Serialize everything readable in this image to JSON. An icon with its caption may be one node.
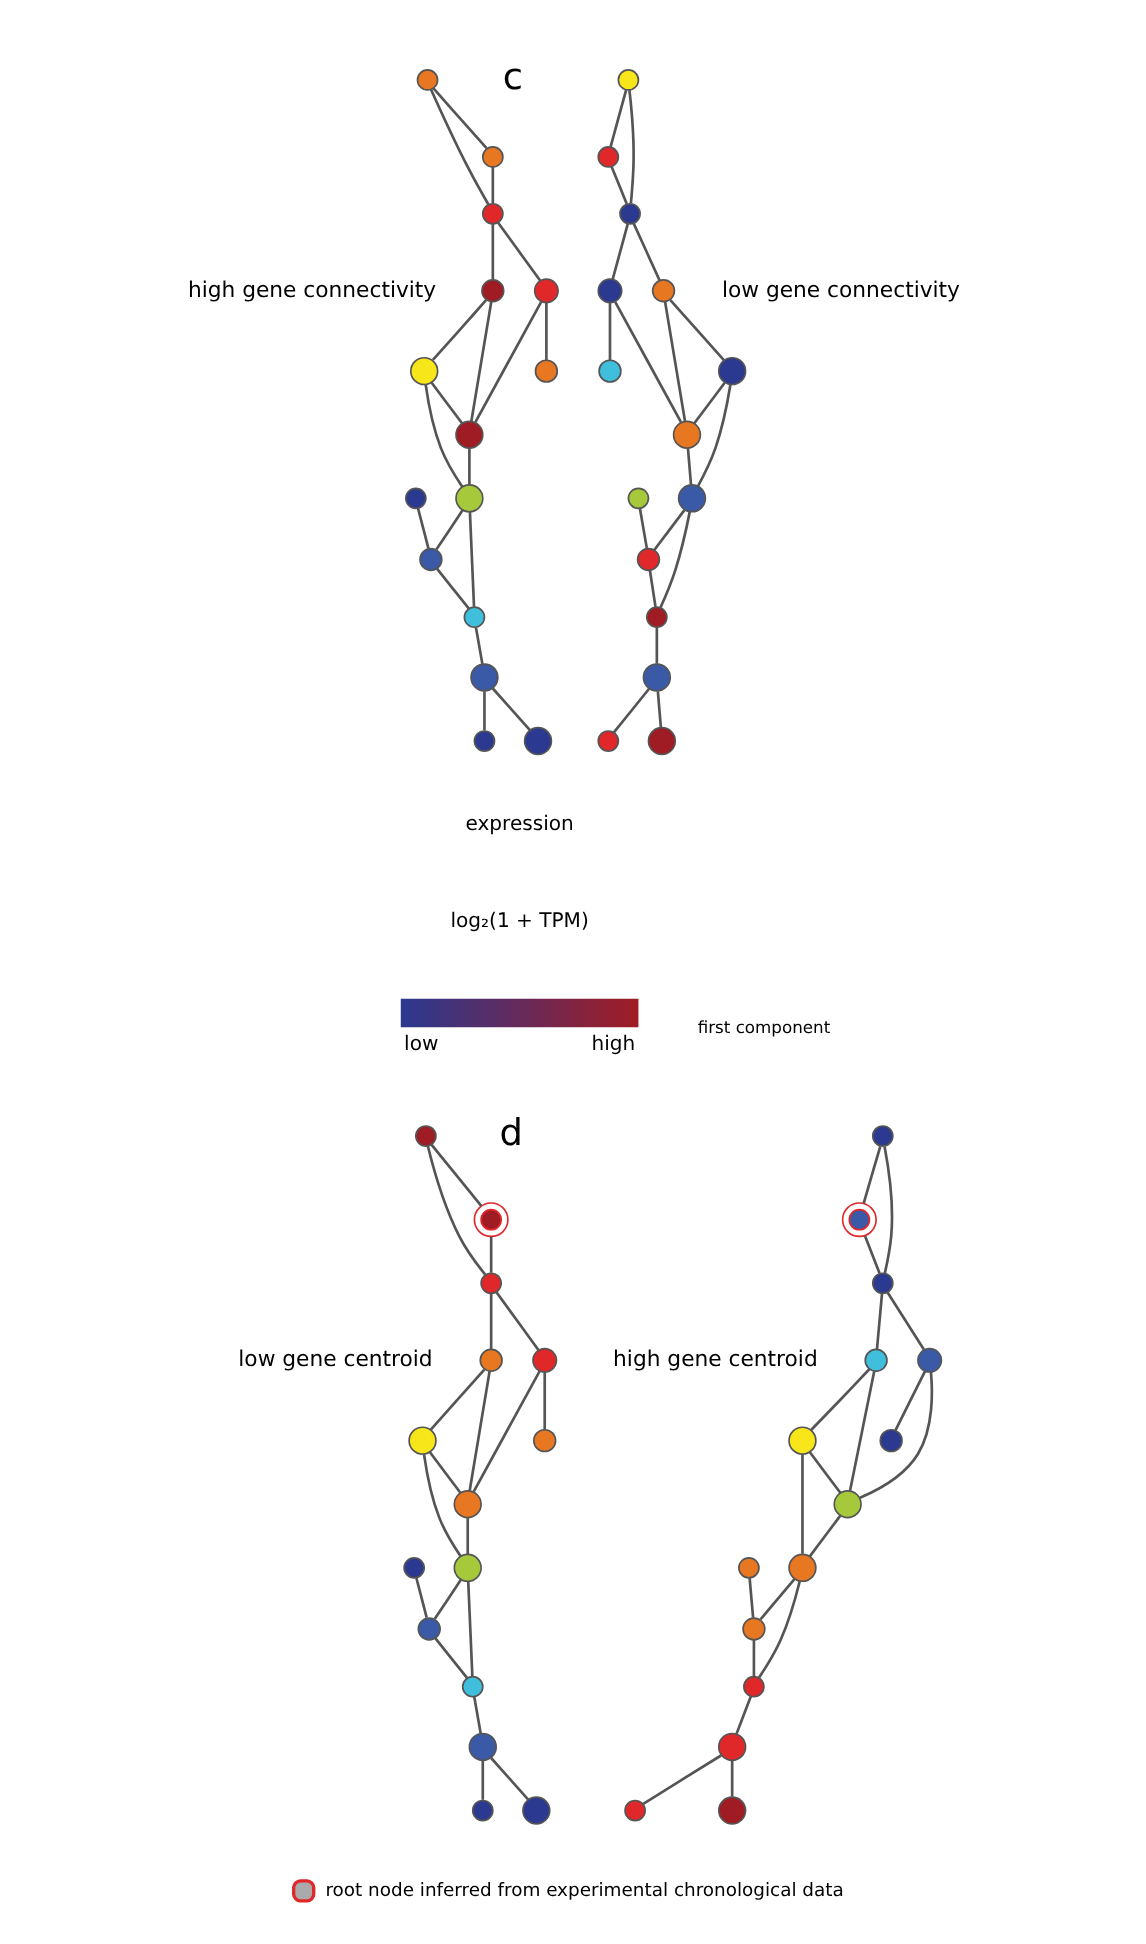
{
  "diagram": {
    "nodes": [
      {
        "text": [],
        "shape": "circle"
      },
      {
        "text": [],
        "shape": "circle"
      },
      {
        "text": [],
        "shape": "circle"
      },
      {
        "text": [],
        "shape": "circle"
      },
      {
        "text": [],
        "shape": "circle"
      },
      {
        "text": [],
        "shape": "circle"
      },
      {
        "text": [],
        "shape": "circle"
      },
      {
        "text": [],
        "shape": "circle"
      },
      {
        "text": [],
        "shape": "circle"
      },
      {
        "text": [],
        "shape": "circle"
      },
      {
        "text": [],
        "shape": "circle"
      },
      {
        "text": [],
        "shape": "circle"
      },
      {
        "text": [],
        "shape": "circle"
      },
      {
        "text": [],
        "shape": "circle"
      },
      {
        "text": [],
        "shape": "circle"
      },
      {
        "text": [],
        "shape": "circle"
      },
      {
        "text": [],
        "shape": "circle"
      },
      {
        "text": [],
        "shape": "circle"
      },
      {
        "text": [],
        "shape": "circle"
      },
      {
        "text": [],
        "shape": "circle"
      },
      {
        "text": [],
        "shape": "circle"
      },
      {
        "text": [],
        "shape": "circle"
      },
      {
        "text": [],
        "shape": "circle"
      },
      {
        "text": [],
        "shape": "circle"
      },
      {
        "text": [],
        "shape": "circle"
      },
      {
        "text": [],
        "shape": "circle"
      },
      {
        "text": [],
        "shape": "circle"
      },
      {
        "text": [],
        "shape": "circle"
      },
      {
        "text": [],
        "shape": "circle"
      },
      {
        "text": [],
        "shape": "circle"
      },
      {
        "text": [],
        "shape": "circle"
      },
      {
        "text": [],
        "shape": "circle"
      },
      {
        "text": [],
        "shape": "circle"
      },
      {
        "text": [],
        "shape": "circle"
      },
      {
        "text": [],
        "shape": "circle"
      },
      {
        "text": [],
        "shape": "circle"
      },
      {
        "text": [],
        "shape": "circle"
      },
      {
        "text": [],
        "shape": "circle"
      },
      {
        "text": [],
        "shape": "circle"
      },
      {
        "text": [],
        "shape": "circle"
      },
      {
        "text": [],
        "shape": "circle"
      },
      {
        "text": [],
        "shape": "circle"
      },
      {
        "text": [],
        "shape": "circle"
      },
      {
        "text": [],
        "shape": "circle"
      },
      {
        "text": [],
        "shape": "circle"
      },
      {
        "text": [],
        "shape": "circle"
      },
      {
        "text": [],
        "shape": "circle"
      },
      {
        "text": [],
        "shape": "circle"
      },
      {
        "text": [],
        "shape": "circle"
      },
      {
        "text": [],
        "shape": "circle"
      },
      {
        "text": [],
        "shape": "circle"
      },
      {
        "text": [],
        "shape": "circle"
      },
      {
        "text": [],
        "shape": "circle"
      },
      {
        "text": [],
        "shape": "circle"
      },
      {
        "text": [],
        "shape": "circle"
      },
      {
        "text": [],
        "shape": "circle"
      },
      {
        "text": [],
        "shape": "circle"
      },
      {
        "text": [],
        "shape": "circle"
      },
      {
        "text": [],
        "shape": "circle"
      },
      {
        "text": [],
        "shape": "circle"
      }
    ],
    "edges": [
      {
        "from": 0,
        "to": 1,
        "arrow": "none"
      },
      {
        "from": 2,
        "to": 0,
        "arrow": "none"
      },
      {
        "from": 2,
        "to": 1,
        "arrow": "none"
      },
      {
        "from": 1,
        "to": 3,
        "arrow": "none"
      },
      {
        "from": 1,
        "to": 5,
        "arrow": "none"
      },
      {
        "from": 3,
        "to": 4,
        "arrow": "none"
      },
      {
        "from": 3,
        "to": 6,
        "arrow": "none"
      },
      {
        "from": 5,
        "to": 6,
        "arrow": "none"
      },
      {
        "from": 5,
        "to": 7,
        "arrow": "none"
      },
      {
        "from": 7,
        "to": 6,
        "arrow": "none"
      },
      {
        "from": 6,
        "to": 8,
        "arrow": "none"
      },
      {
        "from": 7,
        "to": 8,
        "arrow": "none"
      },
      {
        "from": 8,
        "to": 10,
        "arrow": "none"
      },
      {
        "from": 8,
        "to": 11,
        "arrow": "none"
      },
      {
        "from": 9,
        "to": 10,
        "arrow": "none"
      },
      {
        "from": 10,
        "to": 11,
        "arrow": "none"
      },
      {
        "from": 11,
        "to": 12,
        "arrow": "none"
      },
      {
        "from": 12,
        "to": 13,
        "arrow": "none"
      },
      {
        "from": 12,
        "to": 14,
        "arrow": "none"
      },
      {
        "from": 15,
        "to": 16,
        "arrow": "none"
      },
      {
        "from": 17,
        "to": 15,
        "arrow": "none"
      },
      {
        "from": 17,
        "to": 16,
        "arrow": "none"
      },
      {
        "from": 16,
        "to": 18,
        "arrow": "none"
      },
      {
        "from": 16,
        "to": 20,
        "arrow": "none"
      },
      {
        "from": 18,
        "to": 19,
        "arrow": "none"
      },
      {
        "from": 18,
        "to": 21,
        "arrow": "none"
      },
      {
        "from": 20,
        "to": 21,
        "arrow": "none"
      },
      {
        "from": 20,
        "to": 22,
        "arrow": "none"
      },
      {
        "from": 22,
        "to": 21,
        "arrow": "none"
      },
      {
        "from": 21,
        "to": 23,
        "arrow": "none"
      },
      {
        "from": 22,
        "to": 23,
        "arrow": "none"
      },
      {
        "from": 23,
        "to": 25,
        "arrow": "none"
      },
      {
        "from": 23,
        "to": 26,
        "arrow": "none"
      },
      {
        "from": 24,
        "to": 25,
        "arrow": "none"
      },
      {
        "from": 25,
        "to": 26,
        "arrow": "none"
      },
      {
        "from": 26,
        "to": 27,
        "arrow": "none"
      },
      {
        "from": 27,
        "to": 28,
        "arrow": "none"
      },
      {
        "from": 27,
        "to": 29,
        "arrow": "none"
      },
      {
        "from": 30,
        "to": 31,
        "arrow": "none"
      },
      {
        "from": 32,
        "to": 30,
        "arrow": "none"
      },
      {
        "from": 32,
        "to": 31,
        "arrow": "none"
      },
      {
        "from": 31,
        "to": 33,
        "arrow": "none"
      },
      {
        "from": 31,
        "to": 35,
        "arrow": "none"
      },
      {
        "from": 33,
        "to": 34,
        "arrow": "none"
      },
      {
        "from": 33,
        "to": 36,
        "arrow": "none"
      },
      {
        "from": 35,
        "to": 36,
        "arrow": "none"
      },
      {
        "from": 35,
        "to": 37,
        "arrow": "none"
      },
      {
        "from": 37,
        "to": 36,
        "arrow": "none"
      },
      {
        "from": 36,
        "to": 38,
        "arrow": "none"
      },
      {
        "from": 37,
        "to": 38,
        "arrow": "none"
      },
      {
        "from": 38,
        "to": 40,
        "arrow": "none"
      },
      {
        "from": 38,
        "to": 41,
        "arrow": "none"
      },
      {
        "from": 39,
        "to": 40,
        "arrow": "none"
      },
      {
        "from": 40,
        "to": 41,
        "arrow": "none"
      },
      {
        "from": 41,
        "to": 42,
        "arrow": "none"
      },
      {
        "from": 42,
        "to": 43,
        "arrow": "none"
      },
      {
        "from": 42,
        "to": 44,
        "arrow": "none"
      },
      {
        "from": 45,
        "to": 46,
        "arrow": "none"
      },
      {
        "from": 47,
        "to": 45,
        "arrow": "none"
      },
      {
        "from": 47,
        "to": 46,
        "arrow": "none"
      },
      {
        "from": 46,
        "to": 48,
        "arrow": "none"
      },
      {
        "from": 46,
        "to": 50,
        "arrow": "none"
      },
      {
        "from": 48,
        "to": 49,
        "arrow": "none"
      },
      {
        "from": 48,
        "to": 51,
        "arrow": "none"
      },
      {
        "from": 50,
        "to": 51,
        "arrow": "none"
      },
      {
        "from": 50,
        "to": 52,
        "arrow": "none"
      },
      {
        "from": 52,
        "to": 51,
        "arrow": "none"
      },
      {
        "from": 51,
        "to": 53,
        "arrow": "none"
      },
      {
        "from": 52,
        "to": 53,
        "arrow": "none"
      },
      {
        "from": 53,
        "to": 55,
        "arrow": "none"
      },
      {
        "from": 53,
        "to": 56,
        "arrow": "none"
      },
      {
        "from": 54,
        "to": 55,
        "arrow": "none"
      },
      {
        "from": 55,
        "to": 56,
        "arrow": "none"
      },
      {
        "from": 56,
        "to": 57,
        "arrow": "none"
      },
      {
        "from": 57,
        "to": 58,
        "arrow": "none"
      },
      {
        "from": 57,
        "to": 59,
        "arrow": "none"
      }
    ],
    "labels": [
      "c",
      "high gene connectivity",
      "low gene connectivity",
      "expression",
      "log₂(1 + TPM)",
      "low",
      "high",
      "first component",
      "d",
      "low gene centroid",
      "high gene centroid"
    ],
    "legend": [
      {
        "text": "root node inferred from experimental chronological data"
      }
    ]
  }
}
